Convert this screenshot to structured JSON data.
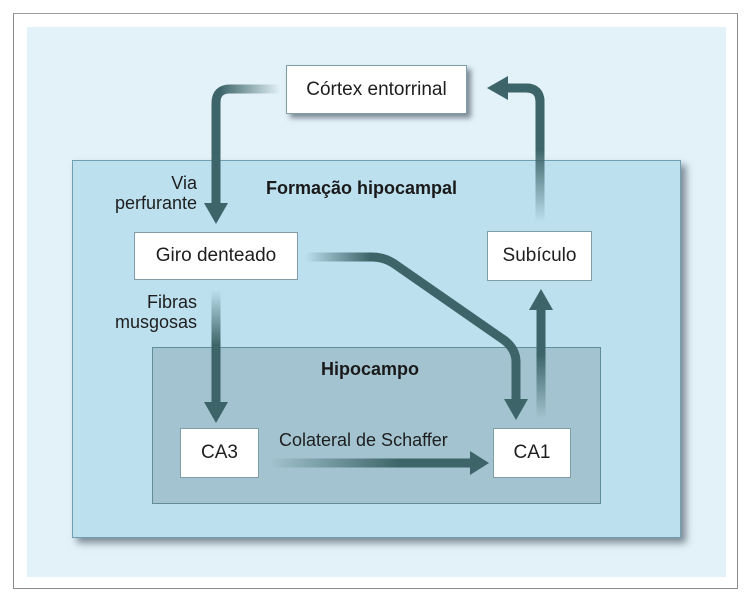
{
  "diagram": {
    "regions": {
      "formacao": "Formação hipocampal",
      "hipocampo": "Hipocampo"
    },
    "nodes": {
      "cortex": "Córtex entorrinal",
      "giro": "Giro denteado",
      "subiculo": "Subículo",
      "ca3": "CA3",
      "ca1": "CA1"
    },
    "pathways": {
      "via_perfurante_line1": "Via",
      "via_perfurante_line2": "perfurante",
      "fibras_line1": "Fibras",
      "fibras_line2": "musgosas",
      "schaffer": "Colateral de Schaffer"
    },
    "connections": [
      {
        "from": "Córtex entorrinal",
        "to": "Giro denteado",
        "label": "Via perfurante"
      },
      {
        "from": "Giro denteado",
        "to": "CA3",
        "label": "Fibras musgosas"
      },
      {
        "from": "Giro denteado",
        "to": "CA1",
        "label": ""
      },
      {
        "from": "CA3",
        "to": "CA1",
        "label": "Colateral de Schaffer"
      },
      {
        "from": "CA1",
        "to": "Subículo",
        "label": ""
      },
      {
        "from": "Subículo",
        "to": "Córtex entorrinal",
        "label": ""
      }
    ],
    "colors": {
      "arrow": "#3d6569",
      "panel": "#e3f1f8",
      "formacao_fill": "#bde0ef",
      "hipocampo_fill": "#a2c3cf"
    }
  }
}
